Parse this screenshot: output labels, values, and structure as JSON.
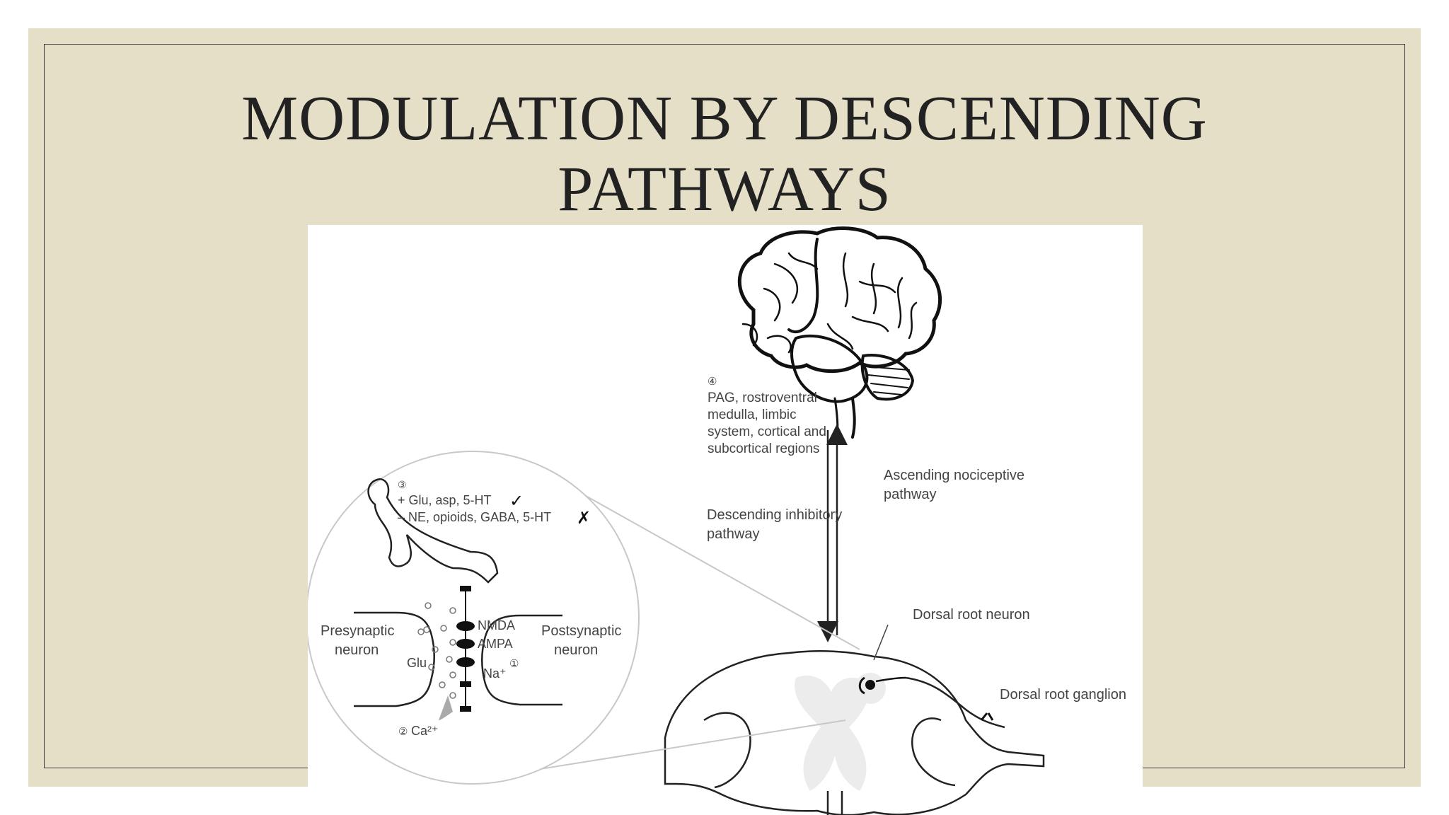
{
  "slide": {
    "title_line1": "MODULATION BY DESCENDING",
    "title_line2": "PATHWAYS"
  },
  "figure": {
    "brain_region": {
      "marker": "④",
      "line1": "PAG, rostroventral",
      "line2": "medulla, limbic",
      "line3": "system, cortical and",
      "line4": "subcortical regions"
    },
    "ascending": {
      "line1": "Ascending nociceptive",
      "line2": "pathway"
    },
    "descending": {
      "line1": "Descending inhibitory",
      "line2": "pathway"
    },
    "dorsal_root_neuron": "Dorsal root neuron",
    "dorsal_root_ganglion": "Dorsal root ganglion",
    "synapse": {
      "marker3": "③",
      "plus_line": "+ Glu, asp, 5-HT",
      "minus_line": "– NE, opioids, GABA, 5-HT",
      "check_mark": "✓",
      "cross_mark": "✗",
      "presynaptic_1": "Presynaptic",
      "presynaptic_2": "neuron",
      "postsynaptic_1": "Postsynaptic",
      "postsynaptic_2": "neuron",
      "glu": "Glu",
      "nmda": "NMDA",
      "ampa": "AMPA",
      "na": "Na⁺",
      "marker1": "①",
      "marker2": "②",
      "ca": "Ca²⁺"
    }
  }
}
